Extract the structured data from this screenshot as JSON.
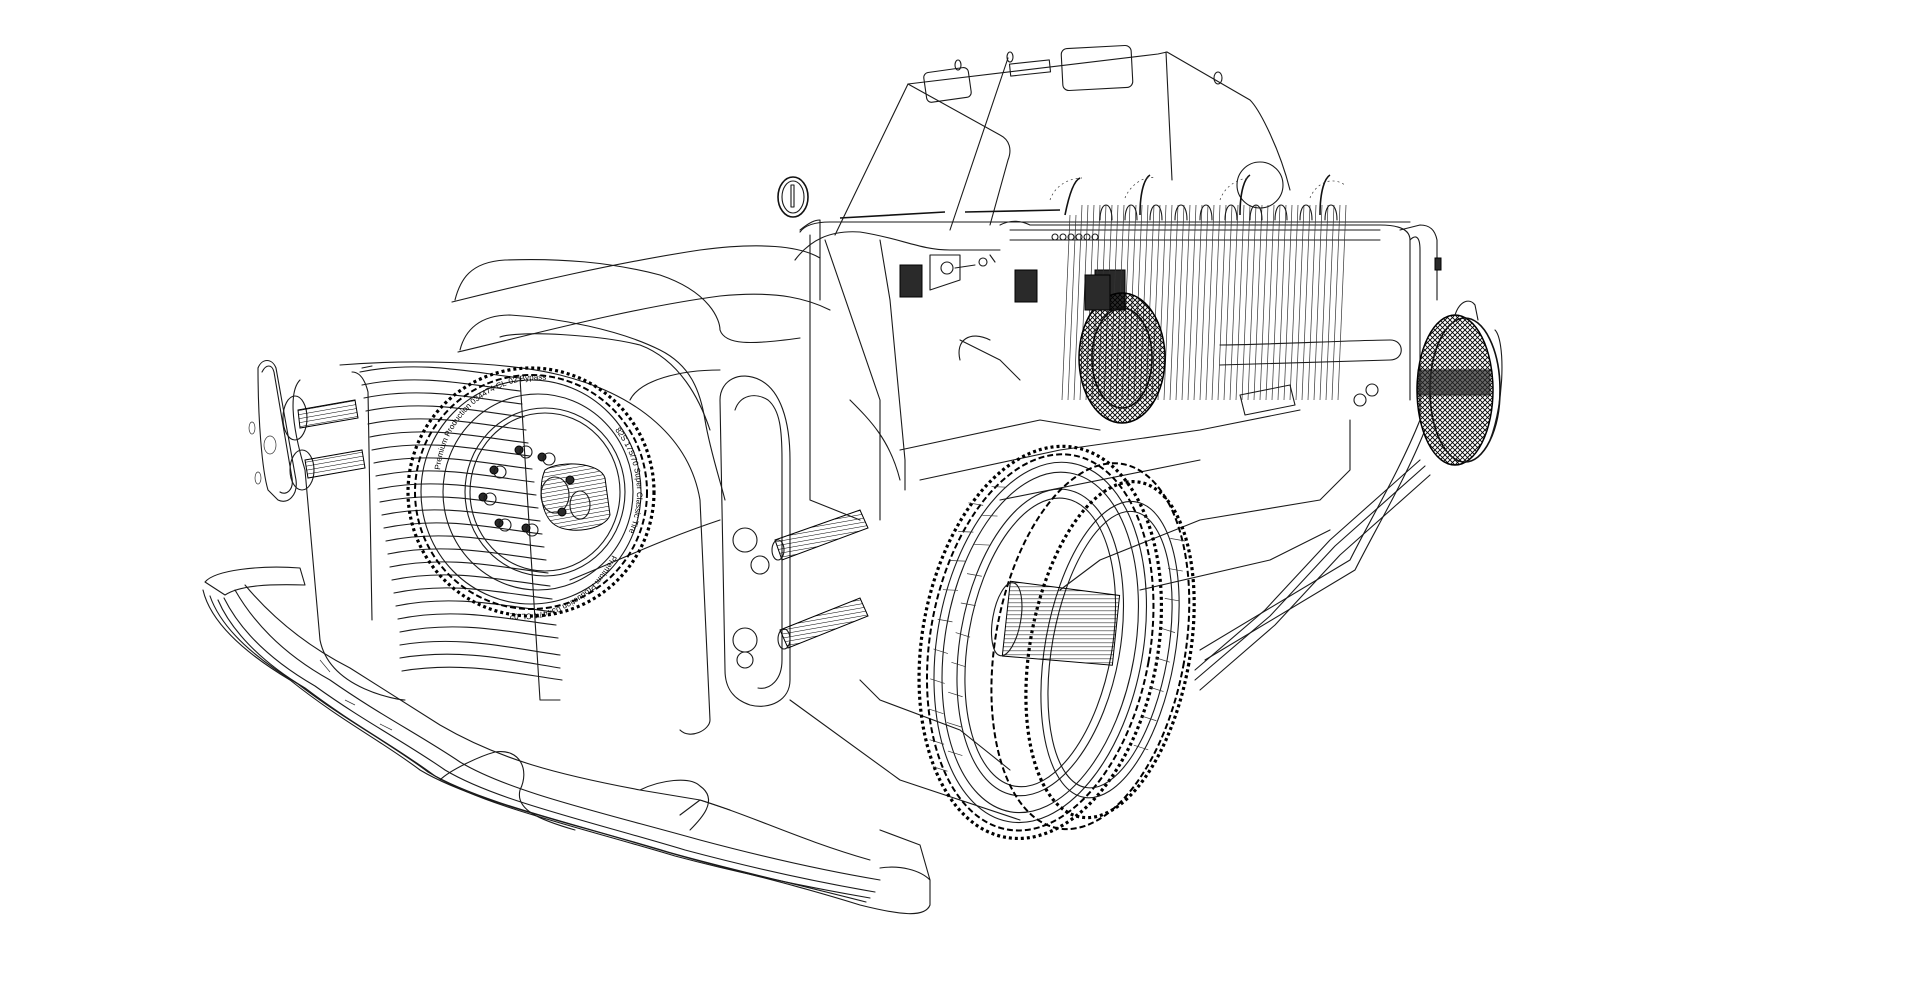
{
  "image": {
    "subject": "Transparent wireframe line drawing of a vintage car",
    "style": "black line art on white background",
    "background_color": "#ffffff",
    "line_color": "#000000"
  },
  "components": {
    "spare_wheel": {
      "label": "spare-wheel",
      "sidewall_text": [
        "Premium Production 034474 CL-02 Bypass",
        "82S 175/70 Super Classic Tire",
        "Premium Production 034474 CL-02",
        "Bypass Tire"
      ]
    },
    "front_wheel": {
      "label": "front-wheel"
    },
    "rear_wheel_inner": {
      "label": "rear-wheel-inner"
    },
    "rear_wheel_outer": {
      "label": "rear-wheel-outer"
    },
    "grille": {
      "label": "front-grille"
    },
    "bumper": {
      "label": "front-bumper"
    },
    "windshield": {
      "label": "windshield-frame"
    },
    "seats": {
      "label": "seat-frames"
    },
    "dashboard": {
      "label": "dashboard"
    },
    "fuel_cap": {
      "label": "fuel-cap"
    }
  }
}
